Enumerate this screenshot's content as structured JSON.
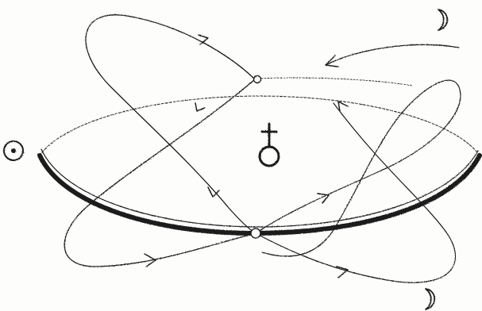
{
  "diagram": {
    "ink_color": "#1e1e1e",
    "paper_color": "#fdfdfc",
    "symbols": {
      "sun": "sun-symbol",
      "earth": "earth-symbol",
      "moon_top": "waxing-crescent-symbol",
      "moon_bottom": "waxing-crescent-symbol"
    }
  }
}
